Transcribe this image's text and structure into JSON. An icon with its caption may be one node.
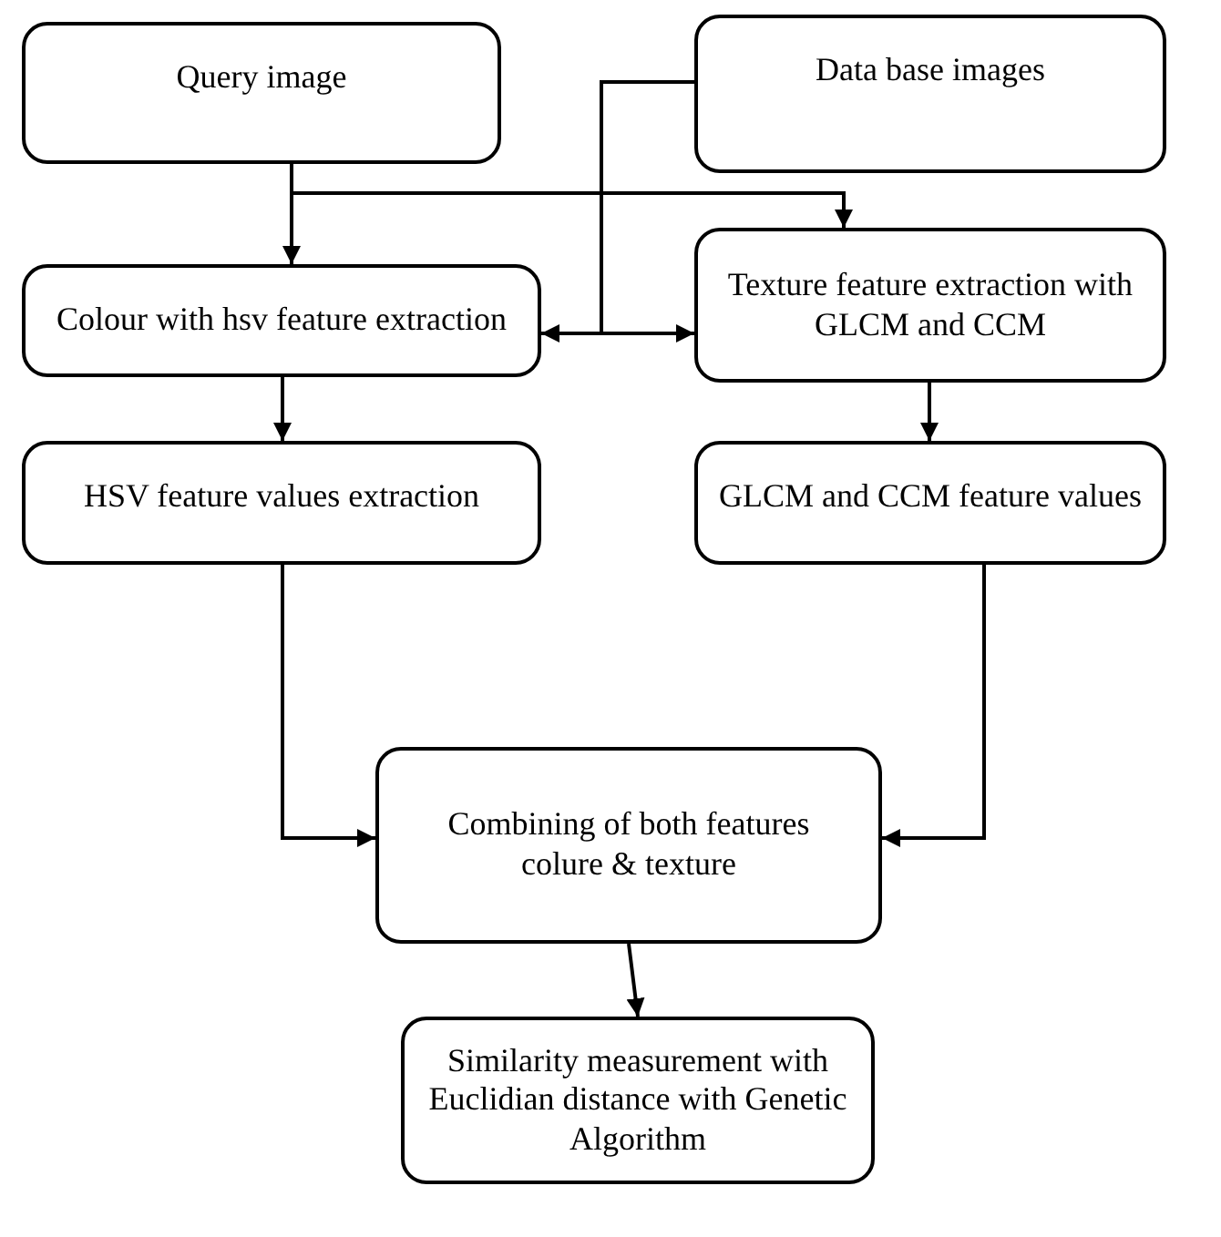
{
  "diagram": {
    "nodes": [
      {
        "text": [
          "Query image"
        ]
      },
      {
        "text": [
          "Data base images"
        ]
      },
      {
        "text": [
          "Colour with hsv feature extraction"
        ]
      },
      {
        "text": [
          "Texture feature extraction with GLCM and CCM"
        ]
      },
      {
        "text": [
          "HSV feature values extraction"
        ]
      },
      {
        "text": [
          "GLCM and CCM feature values"
        ]
      },
      {
        "text": [
          "Combining of both features   colure & texture"
        ]
      },
      {
        "text": [
          "Similarity measurement with Euclidian distance with Genetic Algorithm"
        ]
      }
    ],
    "edges": [
      {
        "from": 0,
        "to": 2,
        "arrow": "to"
      },
      {
        "from": 0,
        "to": 3,
        "arrow": "to"
      },
      {
        "from": 1,
        "to": 2,
        "arrow": "to"
      },
      {
        "from": 1,
        "to": 3,
        "arrow": "to"
      },
      {
        "from": 2,
        "to": 4,
        "arrow": "to"
      },
      {
        "from": 3,
        "to": 5,
        "arrow": "to"
      },
      {
        "from": 4,
        "to": 6,
        "arrow": "to"
      },
      {
        "from": 5,
        "to": 6,
        "arrow": "to"
      },
      {
        "from": 6,
        "to": 7,
        "arrow": "to"
      }
    ]
  }
}
